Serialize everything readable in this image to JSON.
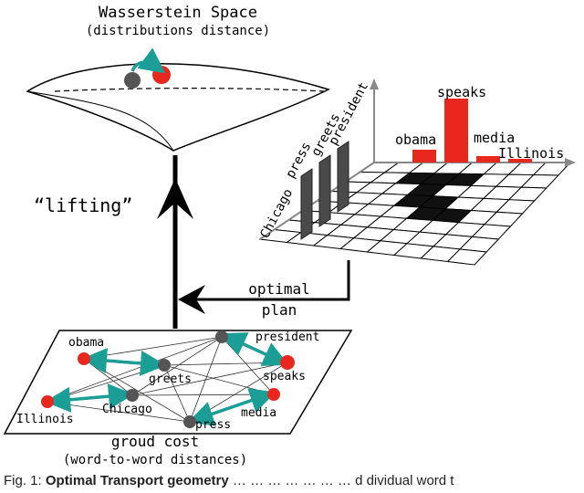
{
  "title": "Wasserstein Space",
  "subtitle": "(distributions distance)",
  "lifting_label": "“lifting”",
  "optimal_plan_line1": "optimal",
  "optimal_plan_line2": "plan",
  "ground_cost_line1": "groud cost",
  "ground_cost_line2": "(word-to-word distances)",
  "histogram_left_labels": [
    "Chicago",
    "press",
    "greets",
    "president"
  ],
  "histogram_right_labels": [
    "obama",
    "speaks",
    "media",
    "Illinois"
  ],
  "network_nodes": [
    "obama",
    "greets",
    "president",
    "speaks",
    "Illinois",
    "Chicago",
    "press",
    "media"
  ],
  "caption": {
    "prefix": "Fig. 1:",
    "bold": "Optimal Transport geometry",
    "rest": "… … … … … … … d dividual word t"
  },
  "colors": {
    "red": "#e8281e",
    "dark": "#555555",
    "teal": "#1a9e96",
    "black": "#000000",
    "grid_fill": "#111111"
  }
}
